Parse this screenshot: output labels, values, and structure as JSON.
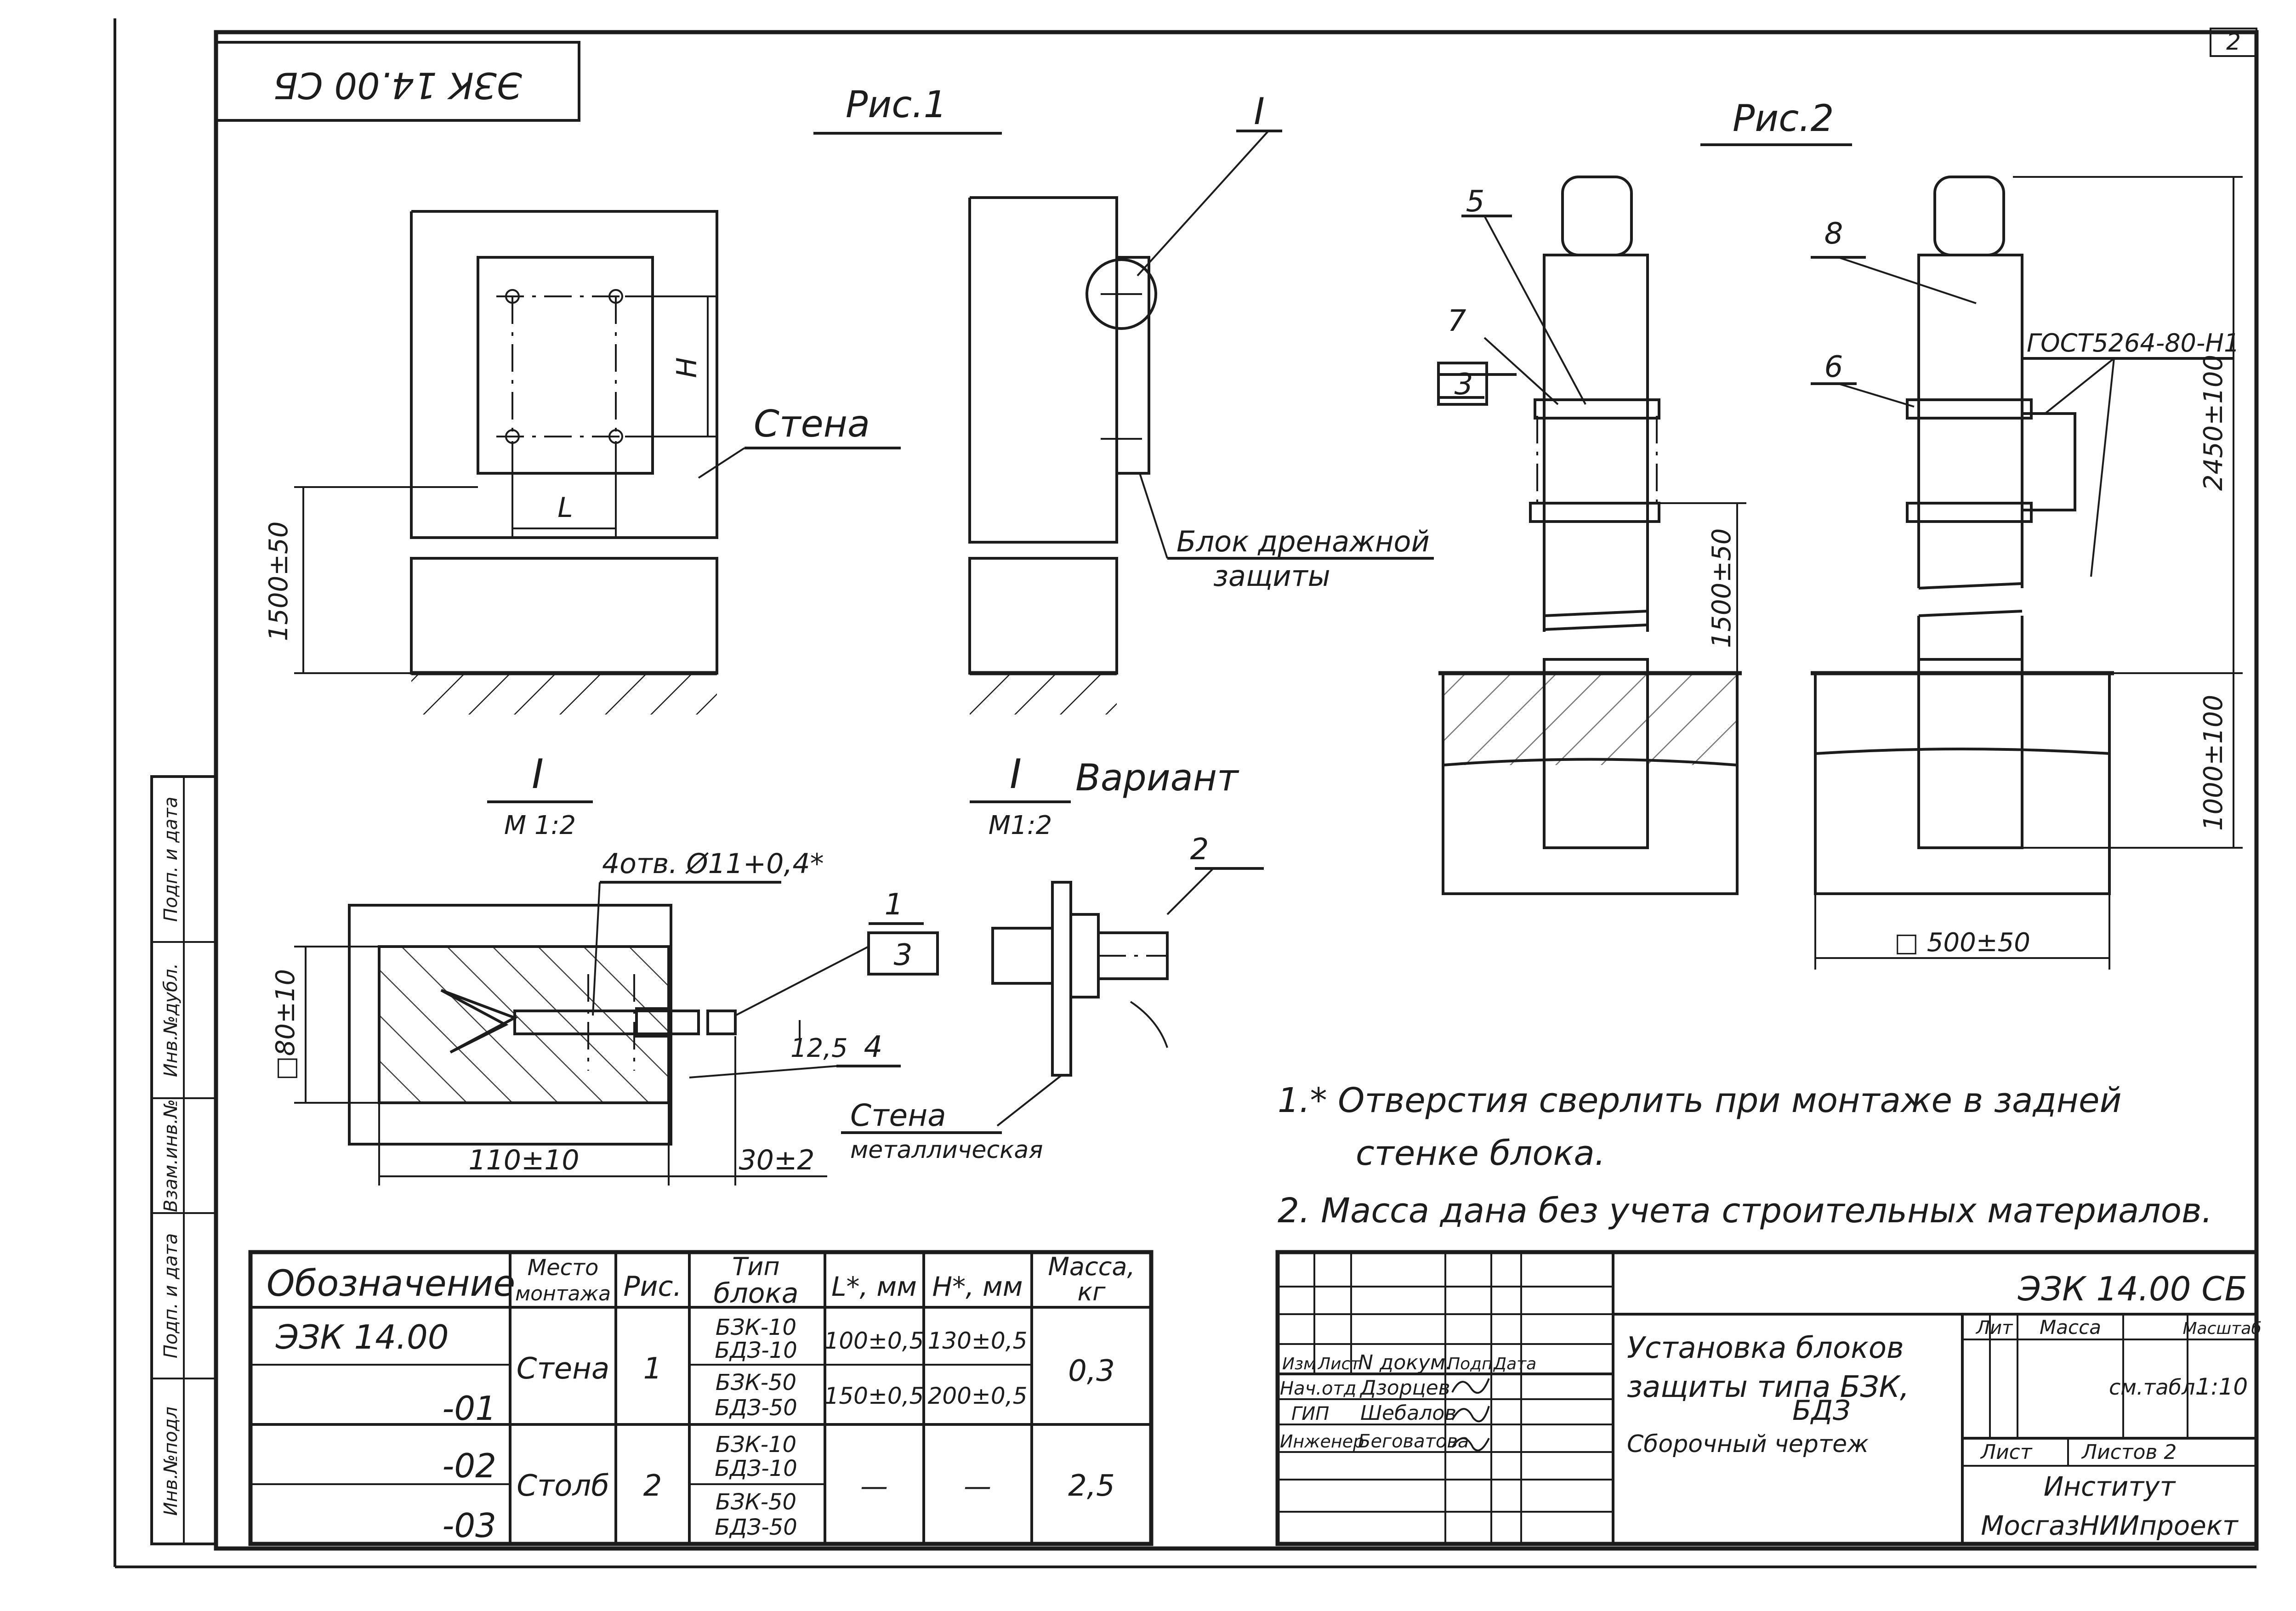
{
  "drawing": {
    "code_stamp": "ЭЗК 14.00 СБ",
    "sheet_corner": "2",
    "fig1_title": "Рис.1",
    "fig2_title": "Рис.2",
    "wall_label": "Стена",
    "drainage_label_1": "Блок дренажной",
    "drainage_label_2": "защиты",
    "dim_1500_a": "1500±50",
    "dim_1500_b": "1500±50",
    "dim_H": "H",
    "dim_L": "L",
    "detail_mark": "I",
    "detail_scale": "M 1:2",
    "detail_var_mark": "I",
    "detail_var_scale": "M1:2",
    "variant_label": "Вариант",
    "holes_label": "4отв. Ø11+0,4*",
    "dim_80": "□80±10",
    "dim_110": "110±10",
    "dim_30": "30±2",
    "dim_12_5": "12,5",
    "pos_1": "1",
    "pos_2": "2",
    "pos_3a": "3",
    "pos_3b": "3",
    "pos_4": "4",
    "pos_5": "5",
    "pos_6": "6",
    "pos_7": "7",
    "pos_8": "8",
    "metal_wall_1": "Стена",
    "metal_wall_2": "металлическая",
    "gost_label": "ГОСТ5264-80-Н1",
    "dim_2450": "2450±100",
    "dim_1000": "1000±100",
    "dim_500": "□ 500±50"
  },
  "notes": [
    "1.* Отверстия сверлить при монтаже в задней",
    "стенке блока.",
    "2. Масса дана без учета строительных материалов."
  ],
  "spec_table": {
    "headers": [
      "Обозначение",
      "Место монтажа",
      "Рис.",
      "Тип блока",
      "L*, мм",
      "H*, мм",
      "Масса, кг"
    ],
    "header_place_1": "Место",
    "header_place_2": "монтажа",
    "header_type_1": "Тип",
    "header_type_2": "блока",
    "header_mass_1": "Масса,",
    "header_mass_2": "кг",
    "rows": [
      {
        "designation": "ЭЗК 14.00",
        "type_1": "БЗК-10",
        "type_2": "БДЗ-10",
        "L": "100±0,5",
        "H": "130±0,5"
      },
      {
        "designation": "-01",
        "type_1": "БЗК-50",
        "type_2": "БДЗ-50",
        "L": "150±0,5",
        "H": "200±0,5"
      },
      {
        "designation": "-02",
        "type_1": "БЗК-10",
        "type_2": "БДЗ-10",
        "L": "—",
        "H": "—"
      },
      {
        "designation": "-03",
        "type_1": "БЗК-50",
        "type_2": "БДЗ-50"
      }
    ],
    "place_wall": "Стена",
    "place_pole": "Столб",
    "fig_wall": "1",
    "fig_pole": "2",
    "mass_wall": "0,3",
    "mass_pole": "2,5"
  },
  "title_block": {
    "code": "ЭЗК 14.00 СБ",
    "title_1": "Установка блоков",
    "title_2": "защиты типа БЗК,",
    "title_3": "БДЗ",
    "title_4": "Сборочный чертеж",
    "col_izm": "Изм",
    "col_list": "Лист",
    "col_doc": "N докум.",
    "col_sign": "Подп.",
    "col_date": "Дата",
    "role_1": "Нач.отд",
    "name_1": "Дзорцев",
    "role_2": "ГИП",
    "name_2": "Шебалов",
    "role_3": "Инженер",
    "name_3": "Беговатова",
    "lit_label": "Лит",
    "mass_label": "Масса",
    "scale_label": "Масштаб",
    "mass_value": "см.табл.",
    "scale_value": "1:10",
    "sheet_label": "Лист",
    "sheets_label": "Листов 2",
    "institute_1": "Институт",
    "institute_2": "МосгазНИИпроект"
  },
  "side_stamp": [
    "Инв.№подл",
    "Подп. и дата",
    "Взам.инв.№",
    "Инв.№дубл.",
    "Подп. и дата"
  ]
}
